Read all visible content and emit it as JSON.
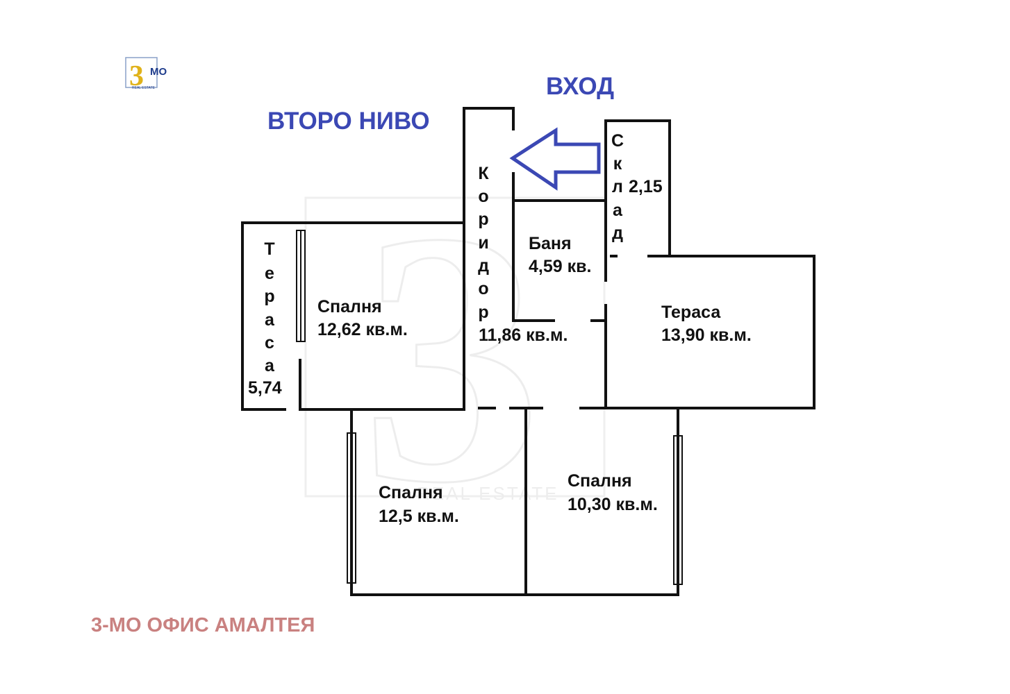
{
  "logo": {
    "text": "3",
    "suffix": "MO",
    "tagline": "REAL ESTATE",
    "color_primary": "#e0b21a",
    "color_secondary": "#1e3c8c"
  },
  "watermark": {
    "text": "3MO",
    "tagline": "REAL ESTATE",
    "color": "#dcdcdc"
  },
  "headings": {
    "entrance": "ВХОД",
    "level": "ВТОРО НИВО",
    "color": "#3b48b4"
  },
  "entrance_arrow": {
    "icon": "left-arrow-icon",
    "color": "#3b48b4"
  },
  "rooms": {
    "bedroom_1": {
      "name": "Спалня",
      "area": "12,62 кв.м."
    },
    "bedroom_2": {
      "name": "Спалня",
      "area": "12,5 кв.м."
    },
    "bedroom_3": {
      "name": "Спалня",
      "area": "10,30 кв.м."
    },
    "bathroom": {
      "name": "Баня",
      "area": "4,59 кв."
    },
    "corridor": {
      "name": "Коридор",
      "letters": [
        "К",
        "о",
        "р",
        "и",
        "д",
        "о",
        "р"
      ],
      "area": "11,86 кв.м."
    },
    "storage": {
      "name": "Склад",
      "letters": [
        "С",
        "к",
        "л",
        "а",
        "д"
      ],
      "area": "2,15"
    },
    "terrace_left": {
      "name": "Тераса",
      "letters": [
        "Т",
        "е",
        "р",
        "а",
        "с",
        "а"
      ],
      "area": "5,74"
    },
    "terrace_right": {
      "name": "Тераса",
      "area": "13,90 кв.м."
    }
  },
  "office": {
    "text": "3-МО ОФИС АМАЛТЕЯ",
    "color": "#c98180"
  },
  "colors": {
    "wall": "#111111",
    "background": "#ffffff"
  }
}
